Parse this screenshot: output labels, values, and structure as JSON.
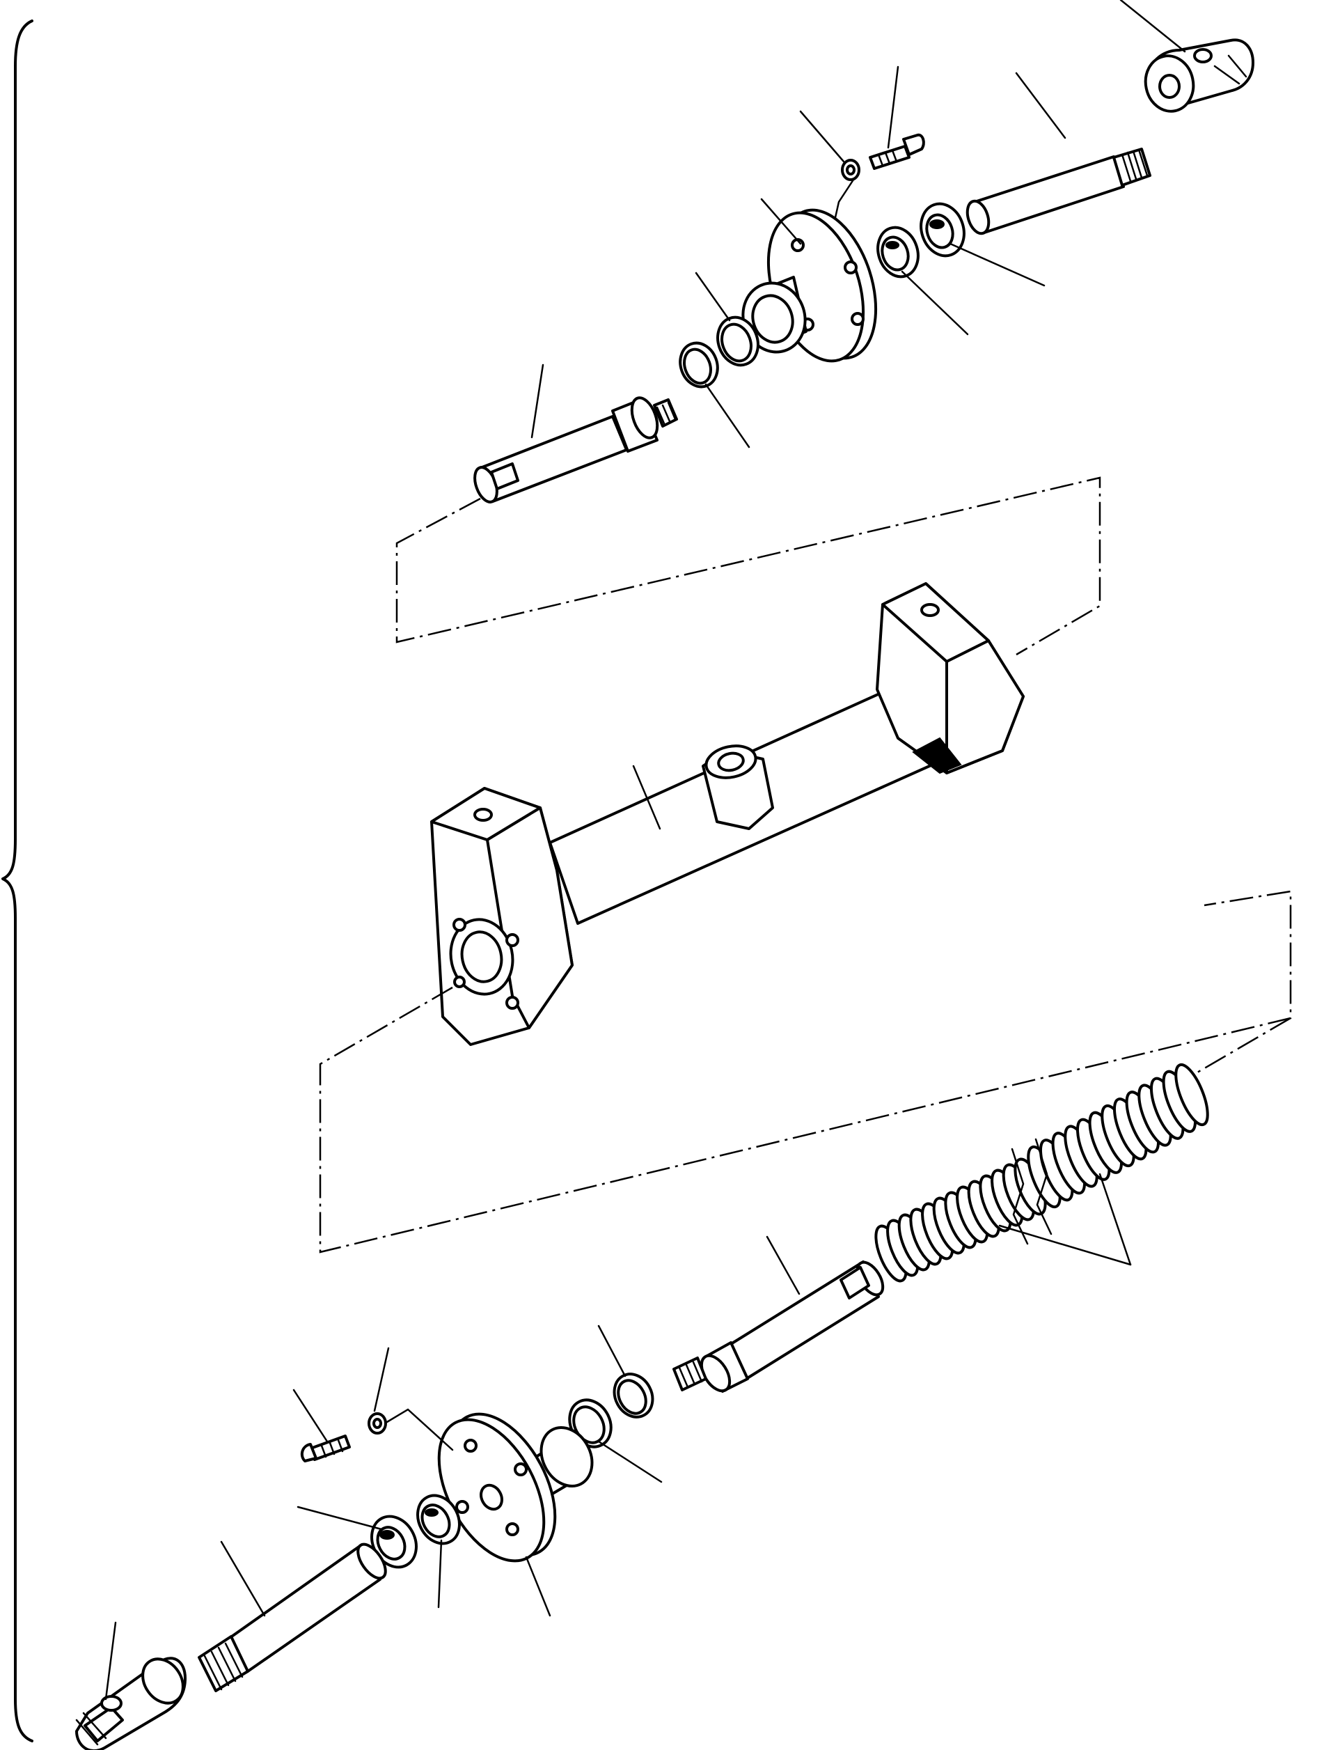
{
  "diagram": {
    "parts": [
      {
        "name": "clevis-top"
      },
      {
        "name": "rod-top"
      },
      {
        "name": "bolt-top"
      },
      {
        "name": "washer-top"
      },
      {
        "name": "flange-top"
      },
      {
        "name": "seal-top-outer"
      },
      {
        "name": "seal-top-inner"
      },
      {
        "name": "oring-top-a"
      },
      {
        "name": "oring-top-b"
      },
      {
        "name": "piston-rod-top"
      },
      {
        "name": "cylinder-body"
      },
      {
        "name": "springs"
      },
      {
        "name": "piston-rod-bottom"
      },
      {
        "name": "oring-bottom-a"
      },
      {
        "name": "oring-bottom-b"
      },
      {
        "name": "flange-bottom"
      },
      {
        "name": "bolt-bottom"
      },
      {
        "name": "washer-bottom"
      },
      {
        "name": "seal-bottom-inner"
      },
      {
        "name": "seal-bottom-outer"
      },
      {
        "name": "rod-bottom"
      },
      {
        "name": "clevis-bottom"
      }
    ],
    "leader_count": 22,
    "labels": []
  }
}
